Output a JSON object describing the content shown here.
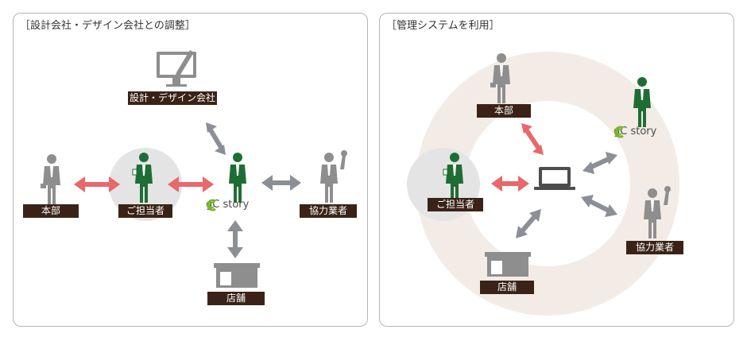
{
  "left_panel": {
    "title": "［設計会社・デザイン会社との調整］",
    "labels": {
      "design_company": "設計・デザイン会社",
      "honbu": "本部",
      "tantosha": "ご担当者",
      "kyoryoku": "協力業者",
      "tenpo": "店舗"
    },
    "logo": "gC story"
  },
  "right_panel": {
    "title": "［管理システムを利用］",
    "labels": {
      "honbu": "本部",
      "tantosha": "ご担当者",
      "kyoryoku": "協力業者",
      "tenpo": "店舗"
    },
    "logo": "gC story"
  },
  "colors": {
    "brown_label": "#3a2316",
    "green_person": "#1e6e33",
    "gray_person": "#8e8e8e",
    "red_arrow": "#e8686b",
    "gray_arrow": "#8c8f96",
    "circle_gray": "#e4e4e4",
    "ring_beige": "#f3ece6",
    "logo_green": "#7ab72b"
  }
}
